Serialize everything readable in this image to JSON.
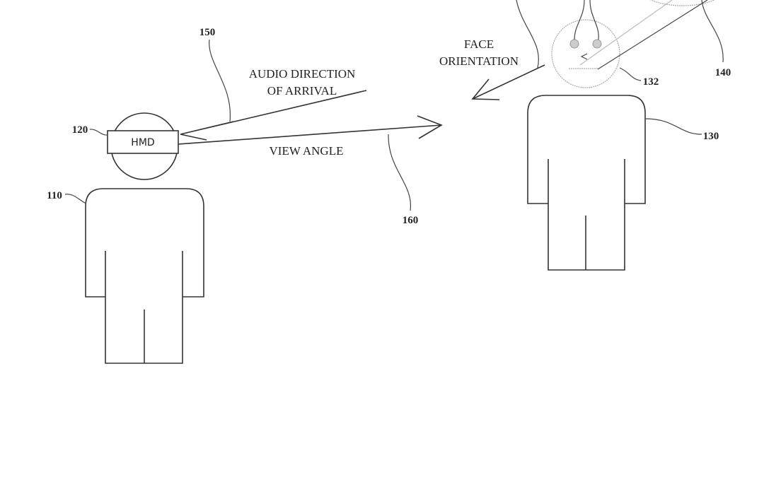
{
  "labels": {
    "ref_150": "150",
    "audio_direction_line1": "AUDIO DIRECTION",
    "audio_direction_line2": "OF ARRIVAL",
    "ref_120": "120",
    "hmd": "HMD",
    "ref_110": "110",
    "view_angle": "VIEW ANGLE",
    "ref_160": "160",
    "face_orientation_line1": "FACE",
    "face_orientation_line2": "ORIENTATION",
    "ref_132": "132",
    "ref_140": "140",
    "ref_130": "130"
  }
}
